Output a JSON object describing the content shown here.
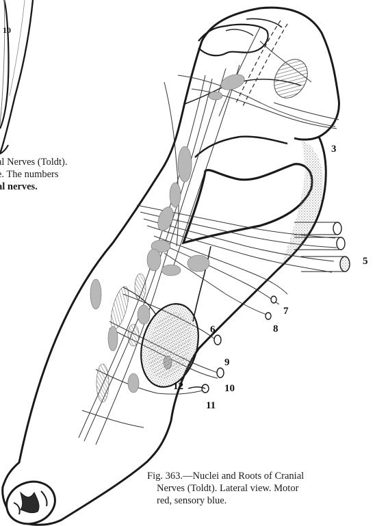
{
  "previous_caption": {
    "line1": "al Nerves (Toldt).",
    "line2": "e.   The numbers",
    "line3": "al nerves."
  },
  "caption": {
    "line1": "Fig. 363.—Nuclei and Roots of Cranial",
    "line2": "Nerves (Toldt). Lateral view. Motor",
    "line3": "red, sensory blue."
  },
  "labels": {
    "n3": "3",
    "n5": "5",
    "n6": "6",
    "n7": "7",
    "n8": "8",
    "n9": "9",
    "n10": "10",
    "n11": "11",
    "n12": "12",
    "n10_prev": "10"
  },
  "colors": {
    "ink": "#1a1a1a",
    "nucleus_fill": "#b8b8b8",
    "stipple": "#9a9a9a"
  }
}
